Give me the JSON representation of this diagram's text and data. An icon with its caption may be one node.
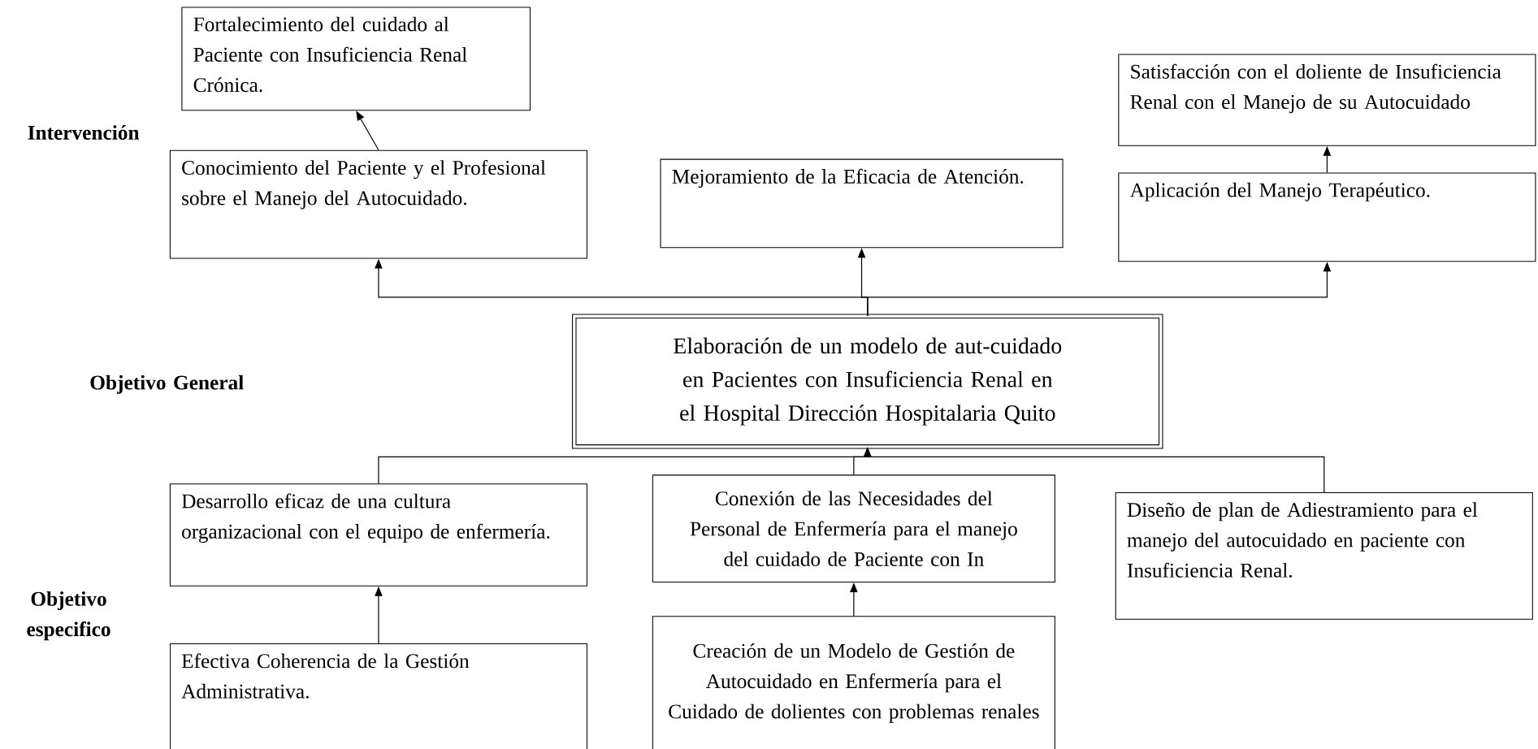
{
  "diagram": {
    "nodes": [
      {
        "text": [
          "Fortalecimiento del cuidado al Paciente con Insuficiencia Renal Crónica."
        ]
      },
      {
        "text": [
          "Satisfacción con el doliente de Insuficiencia Renal con el Manejo de su Autocuidado"
        ]
      },
      {
        "text": [
          "Conocimiento del Paciente y el Profesional sobre el Manejo del Autocuidado."
        ]
      },
      {
        "text": [
          "Mejoramiento de la Eficacia de Atención."
        ]
      },
      {
        "text": [
          "Aplicación del Manejo Terapéutico."
        ]
      },
      {
        "text": [
          "Elaboración de un modelo de aut-cuidado en Pacientes con Insuficiencia Renal en el Hospital Dirección Hospitalaria Quito"
        ]
      },
      {
        "text": [
          "Desarrollo eficaz de una cultura organizacional con el equipo de enfermería."
        ]
      },
      {
        "text": [
          "Conexión de las Necesidades del Personal de Enfermería para el manejo del cuidado de Paciente con In"
        ]
      },
      {
        "text": [
          "Diseño de plan de Adiestramiento para el manejo del autocuidado en paciente con Insuficiencia Renal."
        ]
      },
      {
        "text": [
          "Efectiva Coherencia de la Gestión Administrativa."
        ]
      },
      {
        "text": [
          "Creación de un Modelo de Gestión de Autocuidado en Enfermería para el Cuidado de dolientes con problemas renales"
        ]
      }
    ],
    "edges": [
      {
        "from": 2,
        "to": 0,
        "arrow": "to"
      },
      {
        "from": 4,
        "to": 1,
        "arrow": "to"
      },
      {
        "from": 5,
        "to": 2,
        "arrow": "to"
      },
      {
        "from": 5,
        "to": 3,
        "arrow": "to"
      },
      {
        "from": 5,
        "to": 4,
        "arrow": "to"
      },
      {
        "from": 6,
        "to": 5,
        "arrow": "to"
      },
      {
        "from": 7,
        "to": 5,
        "arrow": "to"
      },
      {
        "from": 8,
        "to": 5,
        "arrow": "to"
      },
      {
        "from": 9,
        "to": 6,
        "arrow": "to"
      },
      {
        "from": 10,
        "to": 7,
        "arrow": "to"
      }
    ],
    "labels": [
      "Intervención",
      "Objetivo General",
      "Objetivo especifico"
    ]
  }
}
